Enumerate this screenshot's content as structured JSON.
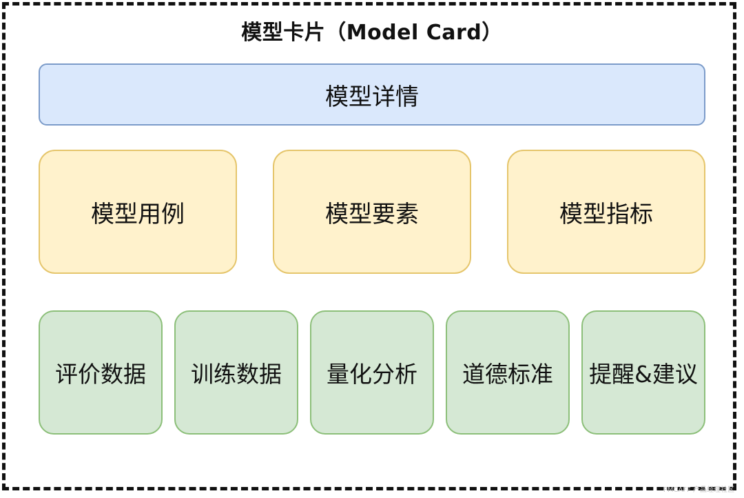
{
  "title": "模型卡片（Model Card）",
  "top": {
    "label": "模型详情"
  },
  "middle": [
    {
      "label": "模型用例"
    },
    {
      "label": "模型要素"
    },
    {
      "label": "模型指标"
    }
  ],
  "bottom": [
    {
      "label": "评价数据"
    },
    {
      "label": "训练数据"
    },
    {
      "label": "量化分析"
    },
    {
      "label": "道德标准"
    },
    {
      "label": "提醒&建议"
    }
  ],
  "watermark": "PMCAFF 产品经理社区",
  "colors": {
    "top_fill": "#dae8fc",
    "top_stroke": "#7b9bc9",
    "middle_fill": "#fff2cc",
    "middle_stroke": "#e5c56b",
    "bottom_fill": "#d5e8d4",
    "bottom_stroke": "#8cbf79"
  }
}
